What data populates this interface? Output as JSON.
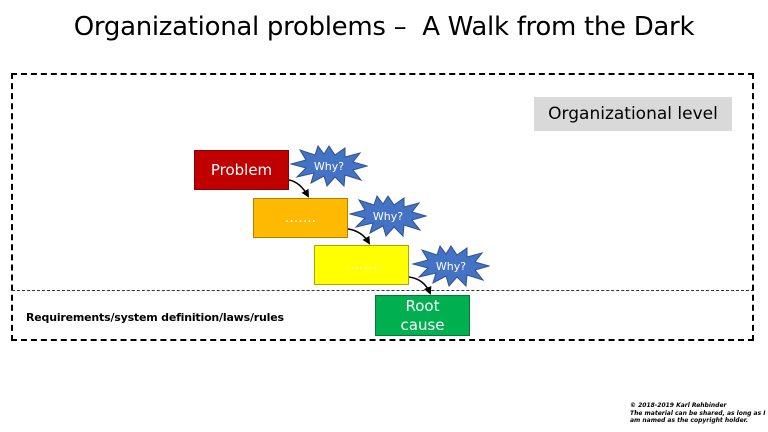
{
  "slide": {
    "title": "Organizational problems –  A Walk from the Dark",
    "organizational_level_label": "Organizational level",
    "requirements_label": "Requirements/system definition/laws/rules"
  },
  "chain": {
    "problem_label": "Problem",
    "step1_label": ".......",
    "step2_label": ".......",
    "root_cause_line1": "Root",
    "root_cause_line2": "cause",
    "why_labels": [
      "Why?",
      "Why?",
      "Why?"
    ]
  },
  "colors": {
    "problem": "#c00000",
    "step1": "#ffb900",
    "step2": "#ffff00",
    "root_cause": "#00b050",
    "why_burst": "#4472c4",
    "org_level_bg": "#d9d9d9"
  },
  "icons": {
    "why_burst": "explosion-burst-icon"
  },
  "copyright": {
    "line1": "© 2018-2019 Karl Rehbinder",
    "line2": "The material can be shared, as long as I",
    "line3": "am named as the copyright holder."
  }
}
